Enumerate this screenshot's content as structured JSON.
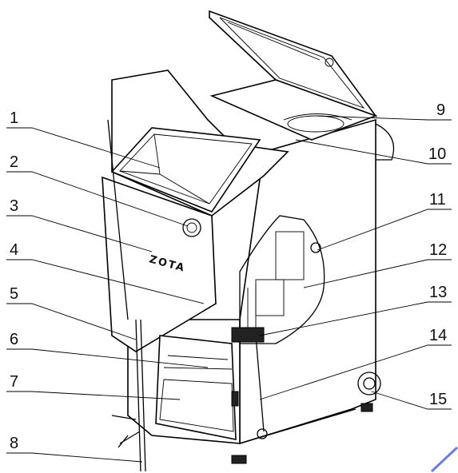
{
  "brand_label": "ZOTA",
  "callouts_left": [
    "1",
    "2",
    "3",
    "4",
    "5",
    "6",
    "7",
    "8"
  ],
  "callouts_right": [
    "9",
    "10",
    "11",
    "12",
    "13",
    "14",
    "15"
  ]
}
